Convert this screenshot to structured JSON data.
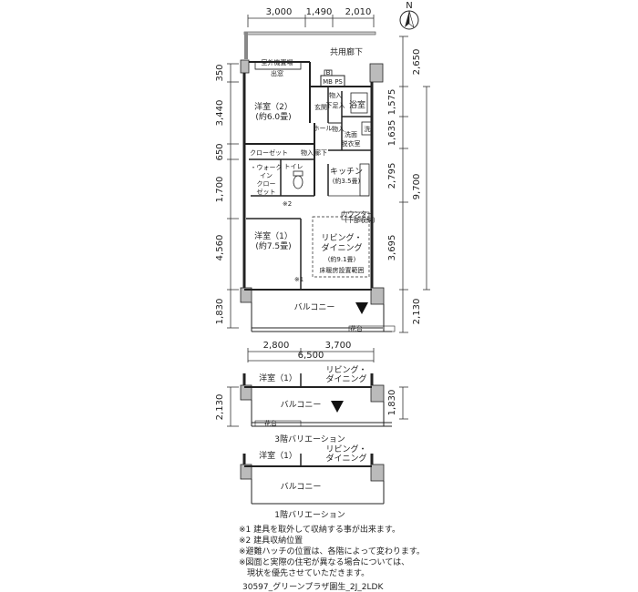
{
  "dims_top": [
    "3,000",
    "1,490",
    "2,010"
  ],
  "dims_left": [
    "350",
    "3,440",
    "650",
    "1,700",
    "4,560",
    "1,830"
  ],
  "dims_right": [
    "2,650",
    "1,575",
    "1,635",
    "2,795",
    "3,695",
    "2,130"
  ],
  "dim_right_total": "9,700",
  "dims_bottom": [
    "2,800",
    "3,700"
  ],
  "dim_bottom_total": "6,500",
  "compass": "N",
  "rooms": {
    "corridor": "共用廊下",
    "ac_unit": "室外機置場",
    "window": "出窓",
    "mbps": "MB PS",
    "mbps_box": "B",
    "western2": "洋室（2）",
    "western2_size": "(約6.0畳)",
    "entrance": "玄関",
    "storage1": "物入",
    "shoe": "下足入",
    "bath": "浴室",
    "hall": "ホール",
    "storage2": "物入",
    "washroom": "洗面",
    "changing": "脱衣室",
    "wash": "洗",
    "closet": "クローゼット",
    "storage3": "物入",
    "hallway": "廊下",
    "walkin1": "・ウォーク",
    "walkin2": "イン",
    "walkin3": "クロー",
    "walkin4": "ゼット",
    "toilet": "トイレ",
    "kitchen": "キッチン",
    "kitchen_size": "(約3.5畳)",
    "counter": "カウンター",
    "counter_sub": "(下部収納)",
    "living1": "リビング・",
    "living2": "ダイニング",
    "living_size": "(約9.1畳)",
    "floor_heat": "床暖房設置範囲",
    "western1": "洋室（1）",
    "western1_size": "(約7.5畳)",
    "mark1": "※1",
    "mark2": "※2",
    "balcony": "バルコニー",
    "planter": "花台"
  },
  "variation3": {
    "western": "洋室（1）",
    "living1": "リビング・",
    "living2": "ダイニング",
    "balcony": "バルコニー",
    "planter": "花台",
    "dim_left": "2,130",
    "dim_right": "1,830",
    "caption": "3階バリエーション"
  },
  "variation1": {
    "western": "洋室（1）",
    "living1": "リビング・",
    "living2": "ダイニング",
    "balcony": "バルコニー",
    "caption": "1階バリエーション"
  },
  "notes": [
    "※1 建具を取外して収納する事が出来ます。",
    "※2 建具収納位置",
    "※避難ハッチの位置は、各階によって変わります。",
    "※図面と実際の住宅が異なる場合については、",
    "　現状を優先させていただきます。"
  ],
  "footer": "30597_グリーンプラザ園生_2J_2LDK"
}
